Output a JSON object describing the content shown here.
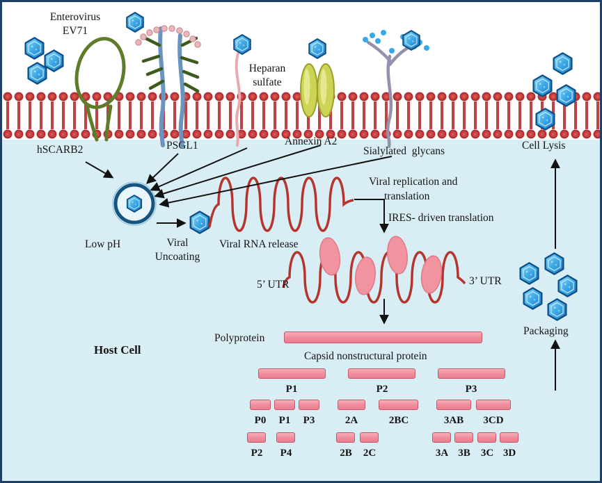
{
  "title": {
    "line1": "Enterovirus",
    "line2": "EV71"
  },
  "receptors": {
    "hscarb2": "hSCARB2",
    "psgl1": "PSGL1",
    "heparan": "Heparan sulfate",
    "annexin": "Annexin A2",
    "sialylated": "Sialylated  glycans"
  },
  "process": {
    "cell_lysis": "Cell Lysis",
    "low_ph": "Low pH",
    "viral": "Viral",
    "uncoating": "Uncoating",
    "rna_release": "Viral RNA release",
    "replication1": "Viral replication and",
    "replication2": "translation",
    "ires": "IRES- driven translation",
    "utr5": "5’ UTR",
    "utr3": "3’ UTR",
    "polyprotein": "Polyprotein",
    "capsid": "Capsid nonstructural protein",
    "host_cell": "Host Cell",
    "packaging": "Packaging"
  },
  "bars": {
    "row1": [
      "P1",
      "P2",
      "P3"
    ],
    "row2": [
      "P0",
      "P1",
      "P3",
      "2A",
      "2BC",
      "3AB",
      "3CD"
    ],
    "row3": [
      "P2",
      "P4",
      "2B",
      "2C",
      "3A",
      "3B",
      "3C",
      "3D"
    ]
  },
  "colors": {
    "membrane_red": "#c03434",
    "cytoplasm_blue": "#d9edf4",
    "virus_blue": "#2a8fd8",
    "rna_red": "#b5342c",
    "ribosome_pink": "#f2949f",
    "bar_pink": "#f08b9a",
    "receptor_green": "#5d7d2b",
    "annexin_yellow": "#cdd355",
    "border_navy": "#1e3f66"
  }
}
